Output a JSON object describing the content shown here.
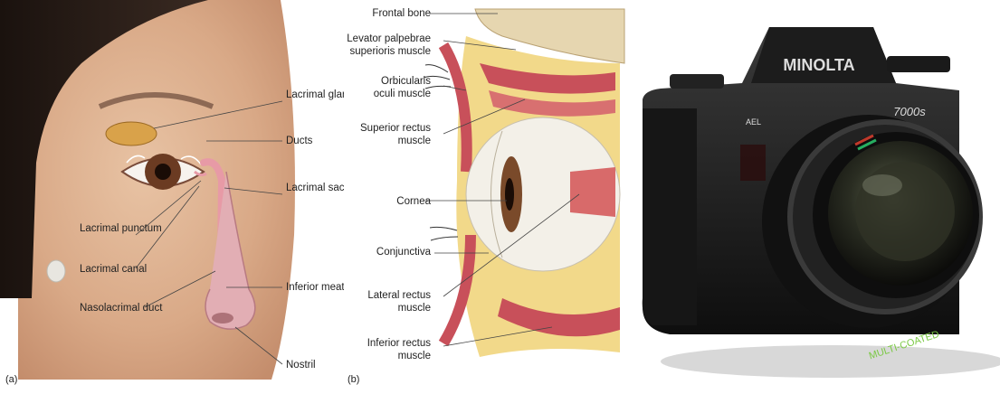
{
  "panel_a": {
    "caption": "(a)",
    "labels": {
      "lacrimal_gland": "Lacrimal gland",
      "ducts": "Ducts",
      "lacrimal_sac": "Lacrimal sac",
      "lacrimal_punctum": "Lacrimal punctum",
      "lacrimal_canal": "Lacrimal canal",
      "nasolacrimal_duct": "Nasolacrimal duct",
      "inferior_meatus": "Inferior meatus of nasal cavity",
      "nostril": "Nostril"
    }
  },
  "panel_b": {
    "caption": "(b)",
    "labels": {
      "frontal_bone": "Frontal bone",
      "levator": "Levator palpebrae superioris muscle",
      "orbicularis": "Orbicularis oculi muscle",
      "superior_rectus": "Superior rectus muscle",
      "cornea": "Cornea",
      "conjunctiva": "Conjunctiva",
      "lateral_rectus": "Lateral rectus muscle",
      "inferior_rectus": "Inferior rectus muscle"
    }
  },
  "camera": {
    "brand": "MINOLTA",
    "model": "7000s",
    "ael": "AEL",
    "lens_text": "MULTI-COATED"
  }
}
